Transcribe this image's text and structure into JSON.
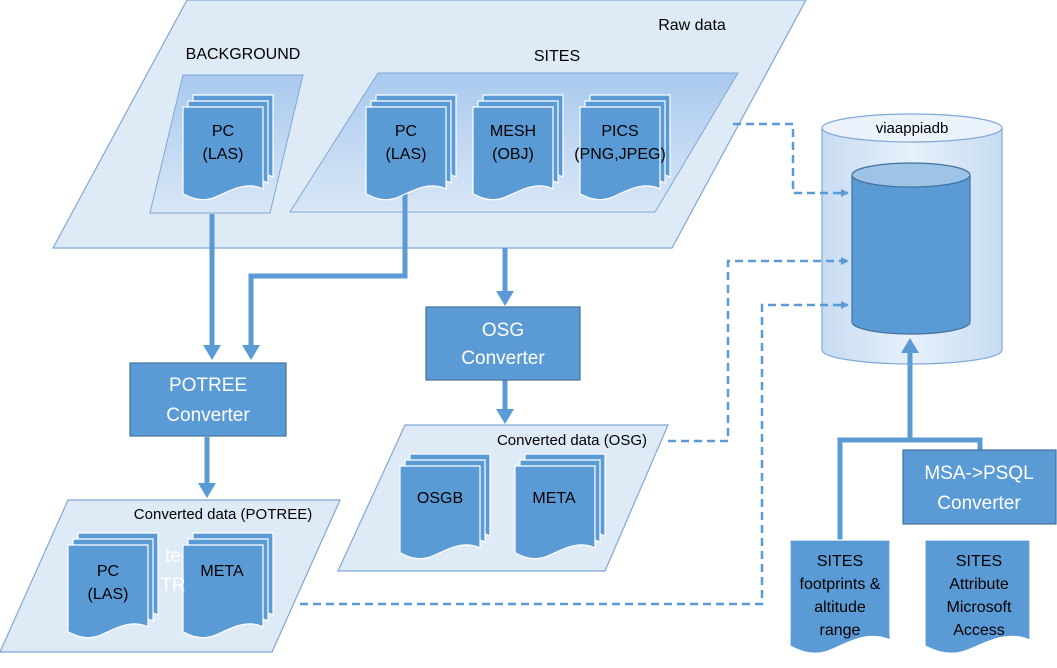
{
  "raw_data": {
    "title": "Raw data",
    "background": {
      "title": "BACKGROUND",
      "pc": [
        "PC",
        "(LAS)"
      ]
    },
    "sites": {
      "title": "SITES",
      "pc": [
        "PC",
        "(LAS)"
      ],
      "mesh": [
        "MESH",
        "(OBJ)"
      ],
      "pics": [
        "PICS",
        "(PNG,JPEG)"
      ]
    }
  },
  "database": {
    "title": "viaappiadb"
  },
  "converters": {
    "potree": [
      "POTREE",
      "Converter"
    ],
    "osg": [
      "OSG",
      "Converter"
    ],
    "msa_psql": [
      "MSA->PSQL",
      "Converter"
    ]
  },
  "converted_osg": {
    "title": "Converted data (OSG)",
    "osgb": "OSGB",
    "meta": "META"
  },
  "converted_potree": {
    "title": "Converted data (POTREE)",
    "pc": [
      "PC",
      "(LAS)"
    ],
    "meta": "META",
    "ghost": [
      "te",
      "TR"
    ]
  },
  "sources": {
    "footprints": [
      "SITES",
      "footprints &",
      "altitude",
      "range"
    ],
    "attributes": [
      "SITES",
      "Attribute",
      "Microsoft",
      "Access"
    ]
  },
  "colors": {
    "box_fill": "#5b9bd5",
    "box_stroke": "#41719c",
    "panel_fill": "#deebf7",
    "panel_stroke": "#7fa8d6",
    "arrow": "#5b9bd5"
  }
}
